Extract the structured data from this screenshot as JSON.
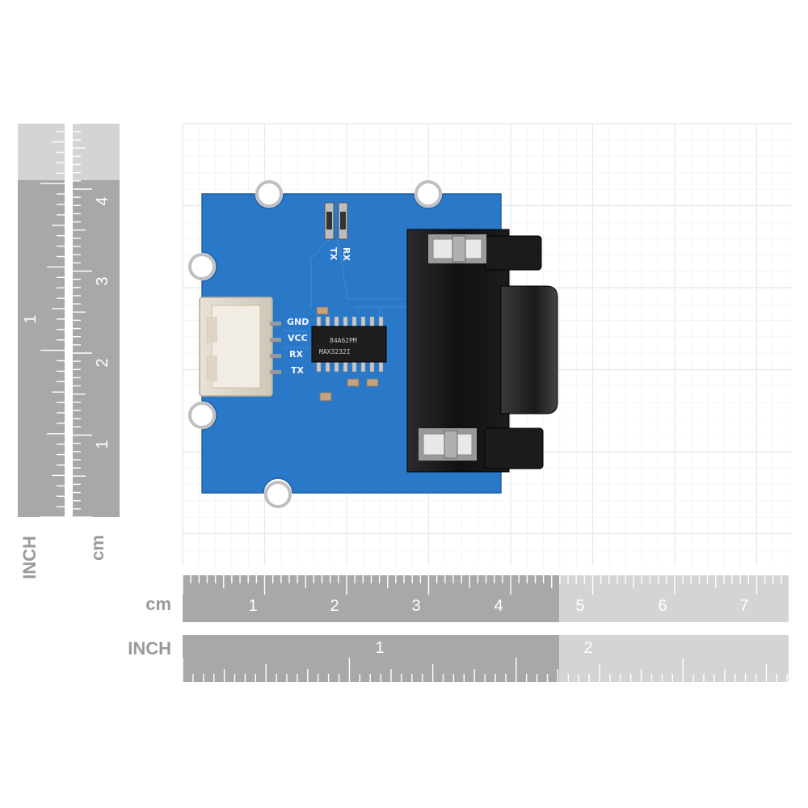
{
  "board": {
    "pin_labels": [
      "GND",
      "VCC",
      "RX",
      "TX"
    ],
    "led_labels": {
      "rx": "RX",
      "tx": "TX"
    },
    "ic_text": [
      "84A62PM",
      "MAX3232I"
    ]
  },
  "rulers": {
    "left_inch": {
      "unit": "INCH",
      "numbers": [
        "1"
      ]
    },
    "left_cm": {
      "unit": "cm",
      "numbers": [
        "1",
        "2",
        "3",
        "4"
      ]
    },
    "bottom_cm": {
      "unit": "cm",
      "numbers": [
        "1",
        "2",
        "3",
        "4",
        "5",
        "6",
        "7"
      ]
    },
    "bottom_inch": {
      "unit": "INCH",
      "numbers": [
        "1",
        "2"
      ]
    }
  },
  "colors": {
    "pcb": "#2a78c8",
    "ruler_dark": "#a8a8a8",
    "ruler_light": "#d4d4d4",
    "grid": "#dedede"
  }
}
